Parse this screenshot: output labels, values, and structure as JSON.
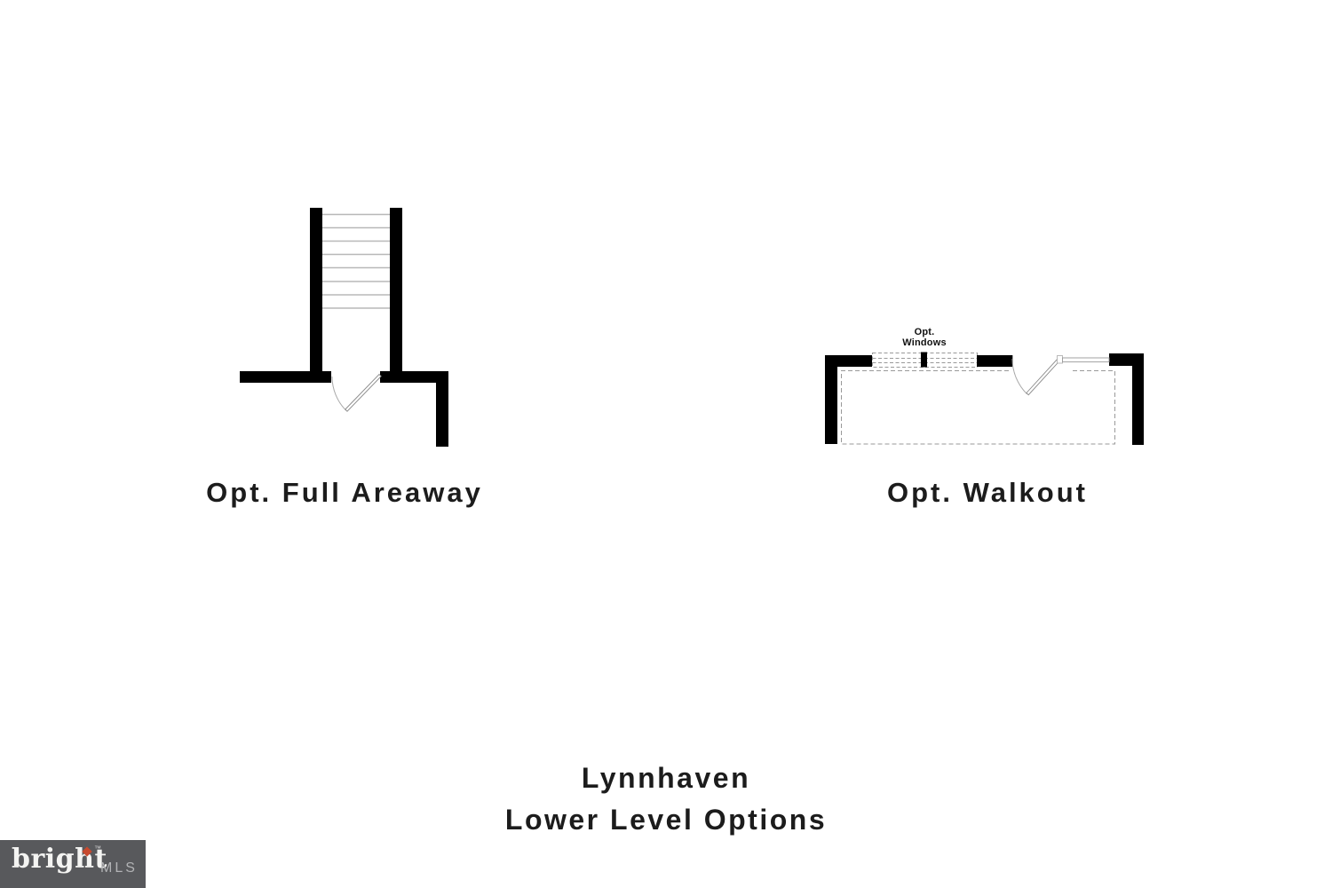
{
  "page": {
    "background": "#ffffff"
  },
  "diagrams": [
    {
      "id": "full-areaway",
      "label": "Opt. Full Areaway"
    },
    {
      "id": "walkout",
      "label": "Opt. Walkout",
      "annotation": {
        "line1": "Opt.",
        "line2": "Windows"
      }
    }
  ],
  "title": {
    "line1": "Lynnhaven",
    "line2": "Lower Level Options"
  },
  "logo": {
    "brand": "bright",
    "trademark": "™",
    "suffix": "MLS",
    "background_color": "#58595c",
    "diamond_color": "#c7492e",
    "brand_color": "#f4f4f2",
    "suffix_color": "#b2b3b5"
  },
  "plan_colors": {
    "wall": "#000000",
    "stair_tread": "#b8b8b8",
    "dashed_line": "#999999",
    "door_swing": "#a8a8a8"
  }
}
